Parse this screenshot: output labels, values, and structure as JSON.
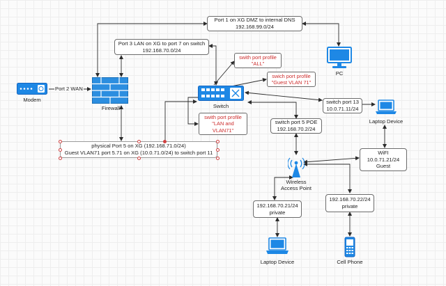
{
  "nodes": {
    "modem": {
      "label": "Modem"
    },
    "firewall": {
      "label": "Firewall"
    },
    "switch": {
      "label": "Switch"
    },
    "pc": {
      "label": "PC"
    },
    "laptop_right": {
      "label": "Laptop Device"
    },
    "laptop_bottom": {
      "label": "Laptop Device"
    },
    "wap": {
      "label_line1": "Wireless",
      "label_line2": "Access Point"
    },
    "cell_phone": {
      "label": "Cell Phone"
    }
  },
  "boxes": {
    "dmz": {
      "line1": "Port 1 on XG DMZ to internal DNS",
      "line2": "192.168.99.0/24"
    },
    "lan": {
      "line1": "Port 3 LAN on XG to port 7 on switch",
      "line2": "192.168.70.0/24"
    },
    "physical": {
      "line1": "physical Port 5 on XG (192.168.71.0/24)",
      "line2": "Guest VLAN71 port 5.71 on XG (10.0.71.0/24) to switch port 11"
    },
    "port13": {
      "line1": "switch port 13",
      "line2": "10.0.71.11/24"
    },
    "port5poe": {
      "line1": "switch port 5 POE",
      "line2": "192.168.70.2/24"
    },
    "wifi": {
      "line1": "WiFI",
      "line2": "10.0.71.21/24",
      "line3": "Guest"
    },
    "private1": {
      "line1": "192.168.70.21/24",
      "line2": "private"
    },
    "private2": {
      "line1": "192.168.70.22/24",
      "line2": "private"
    }
  },
  "profiles": {
    "all": {
      "line1": "swith port profile",
      "line2": "\"ALL\""
    },
    "guest": {
      "line1": "swich port profile",
      "line2": "\"Guest VLAN 71\""
    },
    "lanvlan": {
      "line1": "swith port profile",
      "line2": "\"LAN and",
      "line3": "VLAN71\""
    }
  },
  "edges": {
    "modem_firewall": {
      "label": "Port 2 WAN"
    }
  },
  "colors": {
    "device_blue": "#1e88e5",
    "firewall_blue": "#2c8ee0",
    "profile_red": "#cc2a2a",
    "line": "#2b2b2b"
  }
}
